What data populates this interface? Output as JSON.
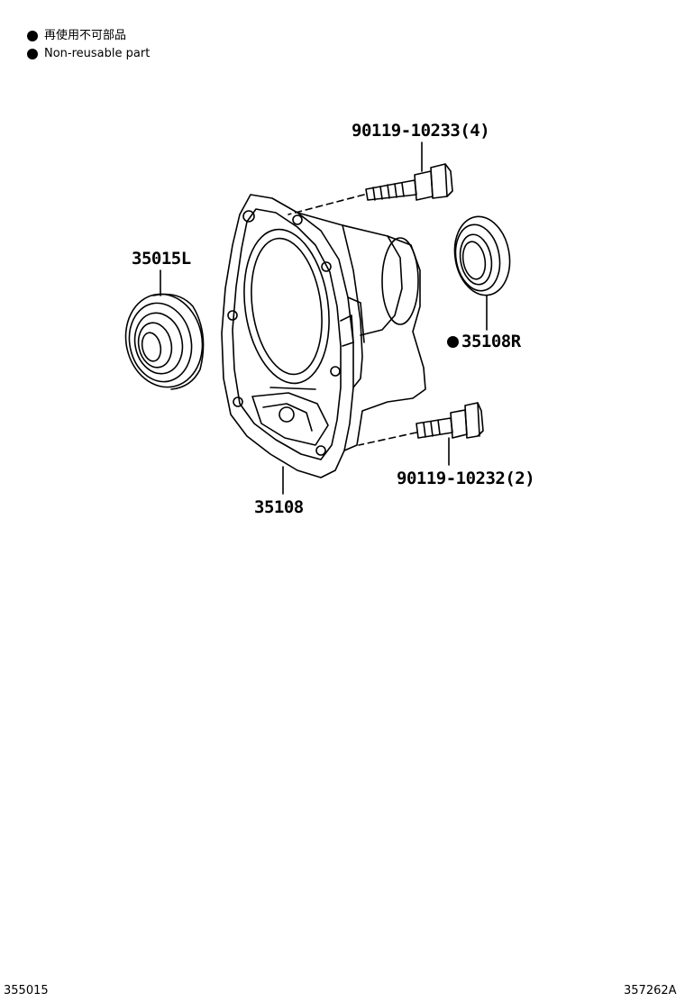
{
  "legend": {
    "items": [
      {
        "text": "再使用不可部品"
      },
      {
        "text": "Non-reusable part"
      }
    ]
  },
  "parts": {
    "bolt_top": "90119-10233(4)",
    "bolt_bottom": "90119-10232(2)",
    "bearing": "35015L",
    "oil_seal": "35108R",
    "housing": "35108"
  },
  "footer": {
    "left_code": "355015",
    "right_code": "357262A"
  }
}
